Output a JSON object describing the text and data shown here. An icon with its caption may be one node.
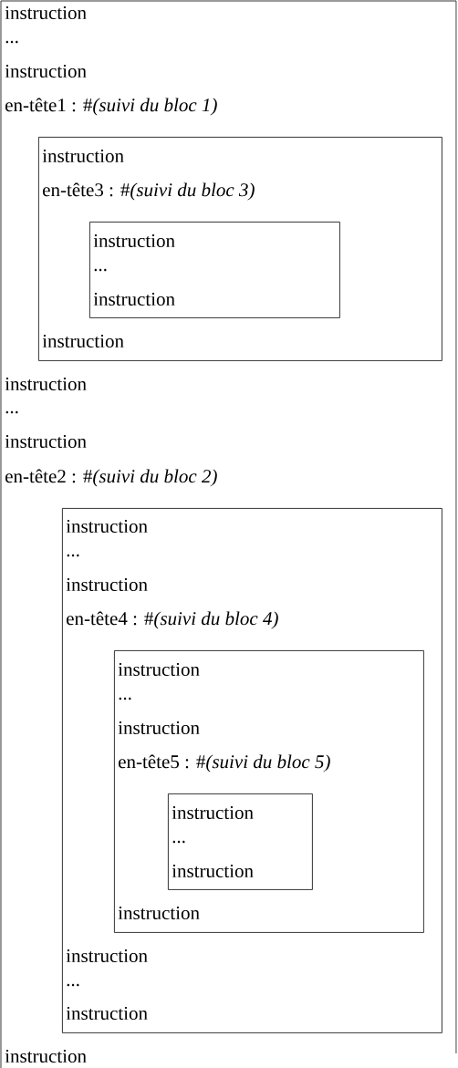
{
  "diagram": {
    "nodes": [
      {
        "text": [
          "instruction",
          "...",
          "instruction",
          "en-tête1 : #*(suivi du bloc 1)*",
          "instruction",
          "...",
          "instruction",
          "en-tête2 : #*(suivi du bloc 2)*",
          "instruction"
        ]
      },
      {
        "text": [
          "instruction",
          "en-tête3 : #*(suivi du bloc 3)*",
          "instruction"
        ],
        "in": 0
      },
      {
        "text": [
          "instruction",
          "...",
          "instruction"
        ],
        "in": 1
      },
      {
        "text": [
          "instruction",
          "...",
          "instruction",
          "en-tête4 : #*(suivi du bloc 4)*",
          "instruction",
          "...",
          "instruction"
        ],
        "in": 0
      },
      {
        "text": [
          "instruction",
          "...",
          "instruction",
          "en-tête5 : #*(suivi du bloc 5)*",
          "instruction"
        ],
        "in": 3
      },
      {
        "text": [
          "instruction",
          "...",
          "instruction"
        ],
        "in": 4
      }
    ]
  }
}
